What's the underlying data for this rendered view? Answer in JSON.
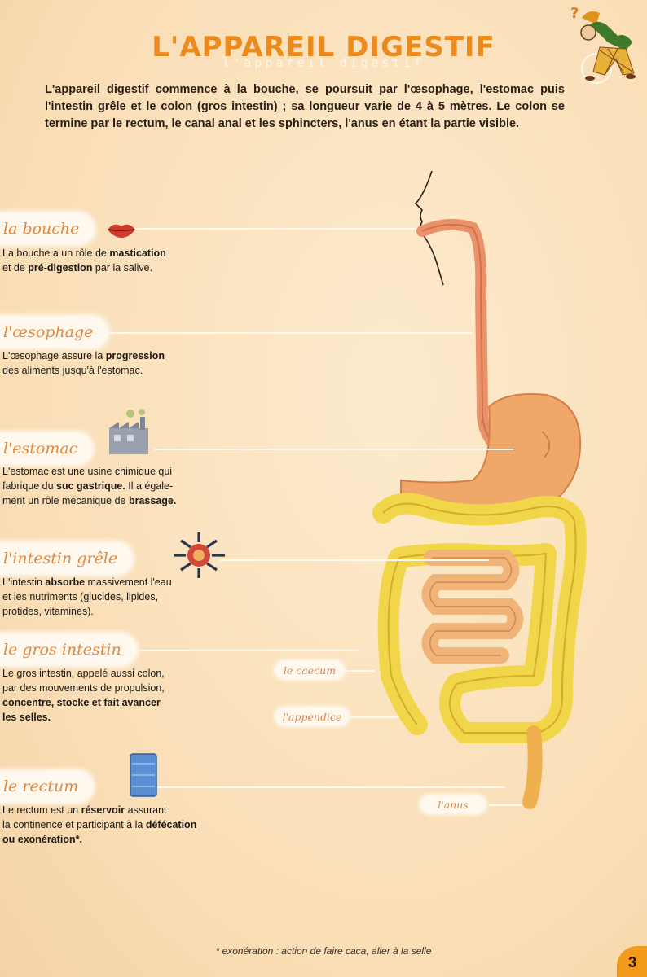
{
  "title": "L'APPAREIL DIGESTIF",
  "subtitle": "l'appareil digestif",
  "intro": "L'appareil digestif commence à la bouche, se poursuit par l'œsophage, l'estomac puis l'intestin grêle et le colon (gros intestin) ; sa longueur varie de 4 à 5 mètres. Le colon se termine par le rectum, le canal anal et les sphincters, l'anus en étant la partie visible.",
  "sections": [
    {
      "label": "la bouche",
      "lines": [
        [
          "La bouche a un rôle de ",
          "mastication"
        ],
        [
          "et de ",
          "pré-digestion",
          " par la salive."
        ]
      ]
    },
    {
      "label": "l'œsophage",
      "lines": [
        [
          "L'œsophage assure la ",
          "progression"
        ],
        [
          "des aliments jusqu'à l'estomac."
        ]
      ]
    },
    {
      "label": "l'estomac",
      "lines": [
        [
          "L'estomac est une usine chimique qui"
        ],
        [
          "fabrique du ",
          "suc gastrique.",
          " Il a égale-"
        ],
        [
          "ment un rôle mécanique de ",
          "brassage."
        ]
      ]
    },
    {
      "label": "l'intestin grêle",
      "lines": [
        [
          "L'intestin ",
          "absorbe",
          " massivement l'eau"
        ],
        [
          "et les nutriments (glucides, lipides,"
        ],
        [
          "protides, vitamines)."
        ]
      ]
    },
    {
      "label": "le gros intestin",
      "lines": [
        [
          "Le gros intestin, appelé aussi colon,"
        ],
        [
          "par des mouvements de propulsion,"
        ],
        [
          "",
          "concentre, stocke et fait avancer"
        ],
        [
          "",
          "les selles."
        ]
      ]
    },
    {
      "label": "le rectum",
      "lines": [
        [
          "Le rectum est un ",
          "réservoir",
          " assurant"
        ],
        [
          "la continence et participant à la ",
          "défécation"
        ],
        [
          "",
          "ou exonération*."
        ]
      ]
    }
  ],
  "anatomy_labels": {
    "caecum": "le caecum",
    "appendice": "l'appendice",
    "anus": "l'anus"
  },
  "footnote": "* exonération : action de faire caca, aller à la selle",
  "page_number": "3",
  "icons": [
    "lips-icon",
    "factory-icon",
    "absorption-icon",
    "reservoir-icon",
    "detective-mascot-icon"
  ],
  "colors": {
    "title": "#ec8a1e",
    "label": "#e3873c",
    "intestine": "#f2d64a",
    "stomach": "#f0a86a"
  }
}
